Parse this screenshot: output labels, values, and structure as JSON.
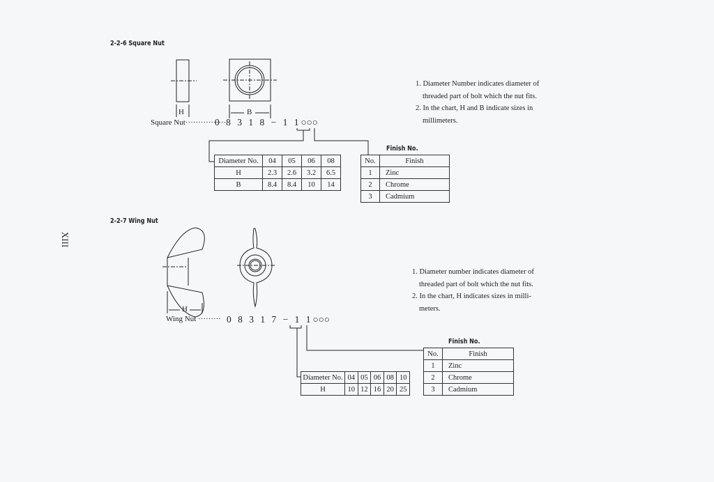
{
  "side_label": "XIII",
  "square_nut": {
    "heading": "2-2-6  Square Nut",
    "dim_h": "H",
    "dim_b": "B",
    "code_label": "Square Nut",
    "code_dots": "················",
    "code": "0 8 3 1 8 − 1 1",
    "code_placeholders": "○○○",
    "notes": [
      "1. Diameter Number indicates diameter of",
      "threaded part of bolt which the nut fits.",
      "2. In the chart, H and B indicate sizes in",
      "millimeters."
    ],
    "diameter_table": {
      "header": [
        "Diameter No.",
        "04",
        "05",
        "06",
        "08"
      ],
      "rows": [
        [
          "H",
          "2.3",
          "2.6",
          "3.2",
          "6.5"
        ],
        [
          "B",
          "8.4",
          "8.4",
          "10",
          "14"
        ]
      ]
    },
    "finish_title": "Finish No.",
    "finish_table": {
      "header": [
        "No.",
        "Finish"
      ],
      "rows": [
        [
          "1",
          "Zinc"
        ],
        [
          "2",
          "Chrome"
        ],
        [
          "3",
          "Cadmium"
        ]
      ]
    }
  },
  "wing_nut": {
    "heading": "2-2-7  Wing Nut",
    "dim_h": "H",
    "code_label": "Wing Nut",
    "code_dots": "·········",
    "code": "0 8 3 1 7 − 1 1",
    "code_placeholders": "○○○",
    "notes": [
      "1. Diameter number indicates diameter of",
      "threaded part of bolt which the nut fits.",
      "2. In the chart, H indicates sizes in milli-",
      "meters."
    ],
    "diameter_table": {
      "header": [
        "Diameter No.",
        "04",
        "05",
        "06",
        "08",
        "10"
      ],
      "rows": [
        [
          "H",
          "10",
          "12",
          "16",
          "20",
          "25"
        ]
      ]
    },
    "finish_title": "Finish No.",
    "finish_table": {
      "header": [
        "No.",
        "Finish"
      ],
      "rows": [
        [
          "1",
          "Zinc"
        ],
        [
          "2",
          "Chrome"
        ],
        [
          "3",
          "Cadmium"
        ]
      ]
    }
  }
}
